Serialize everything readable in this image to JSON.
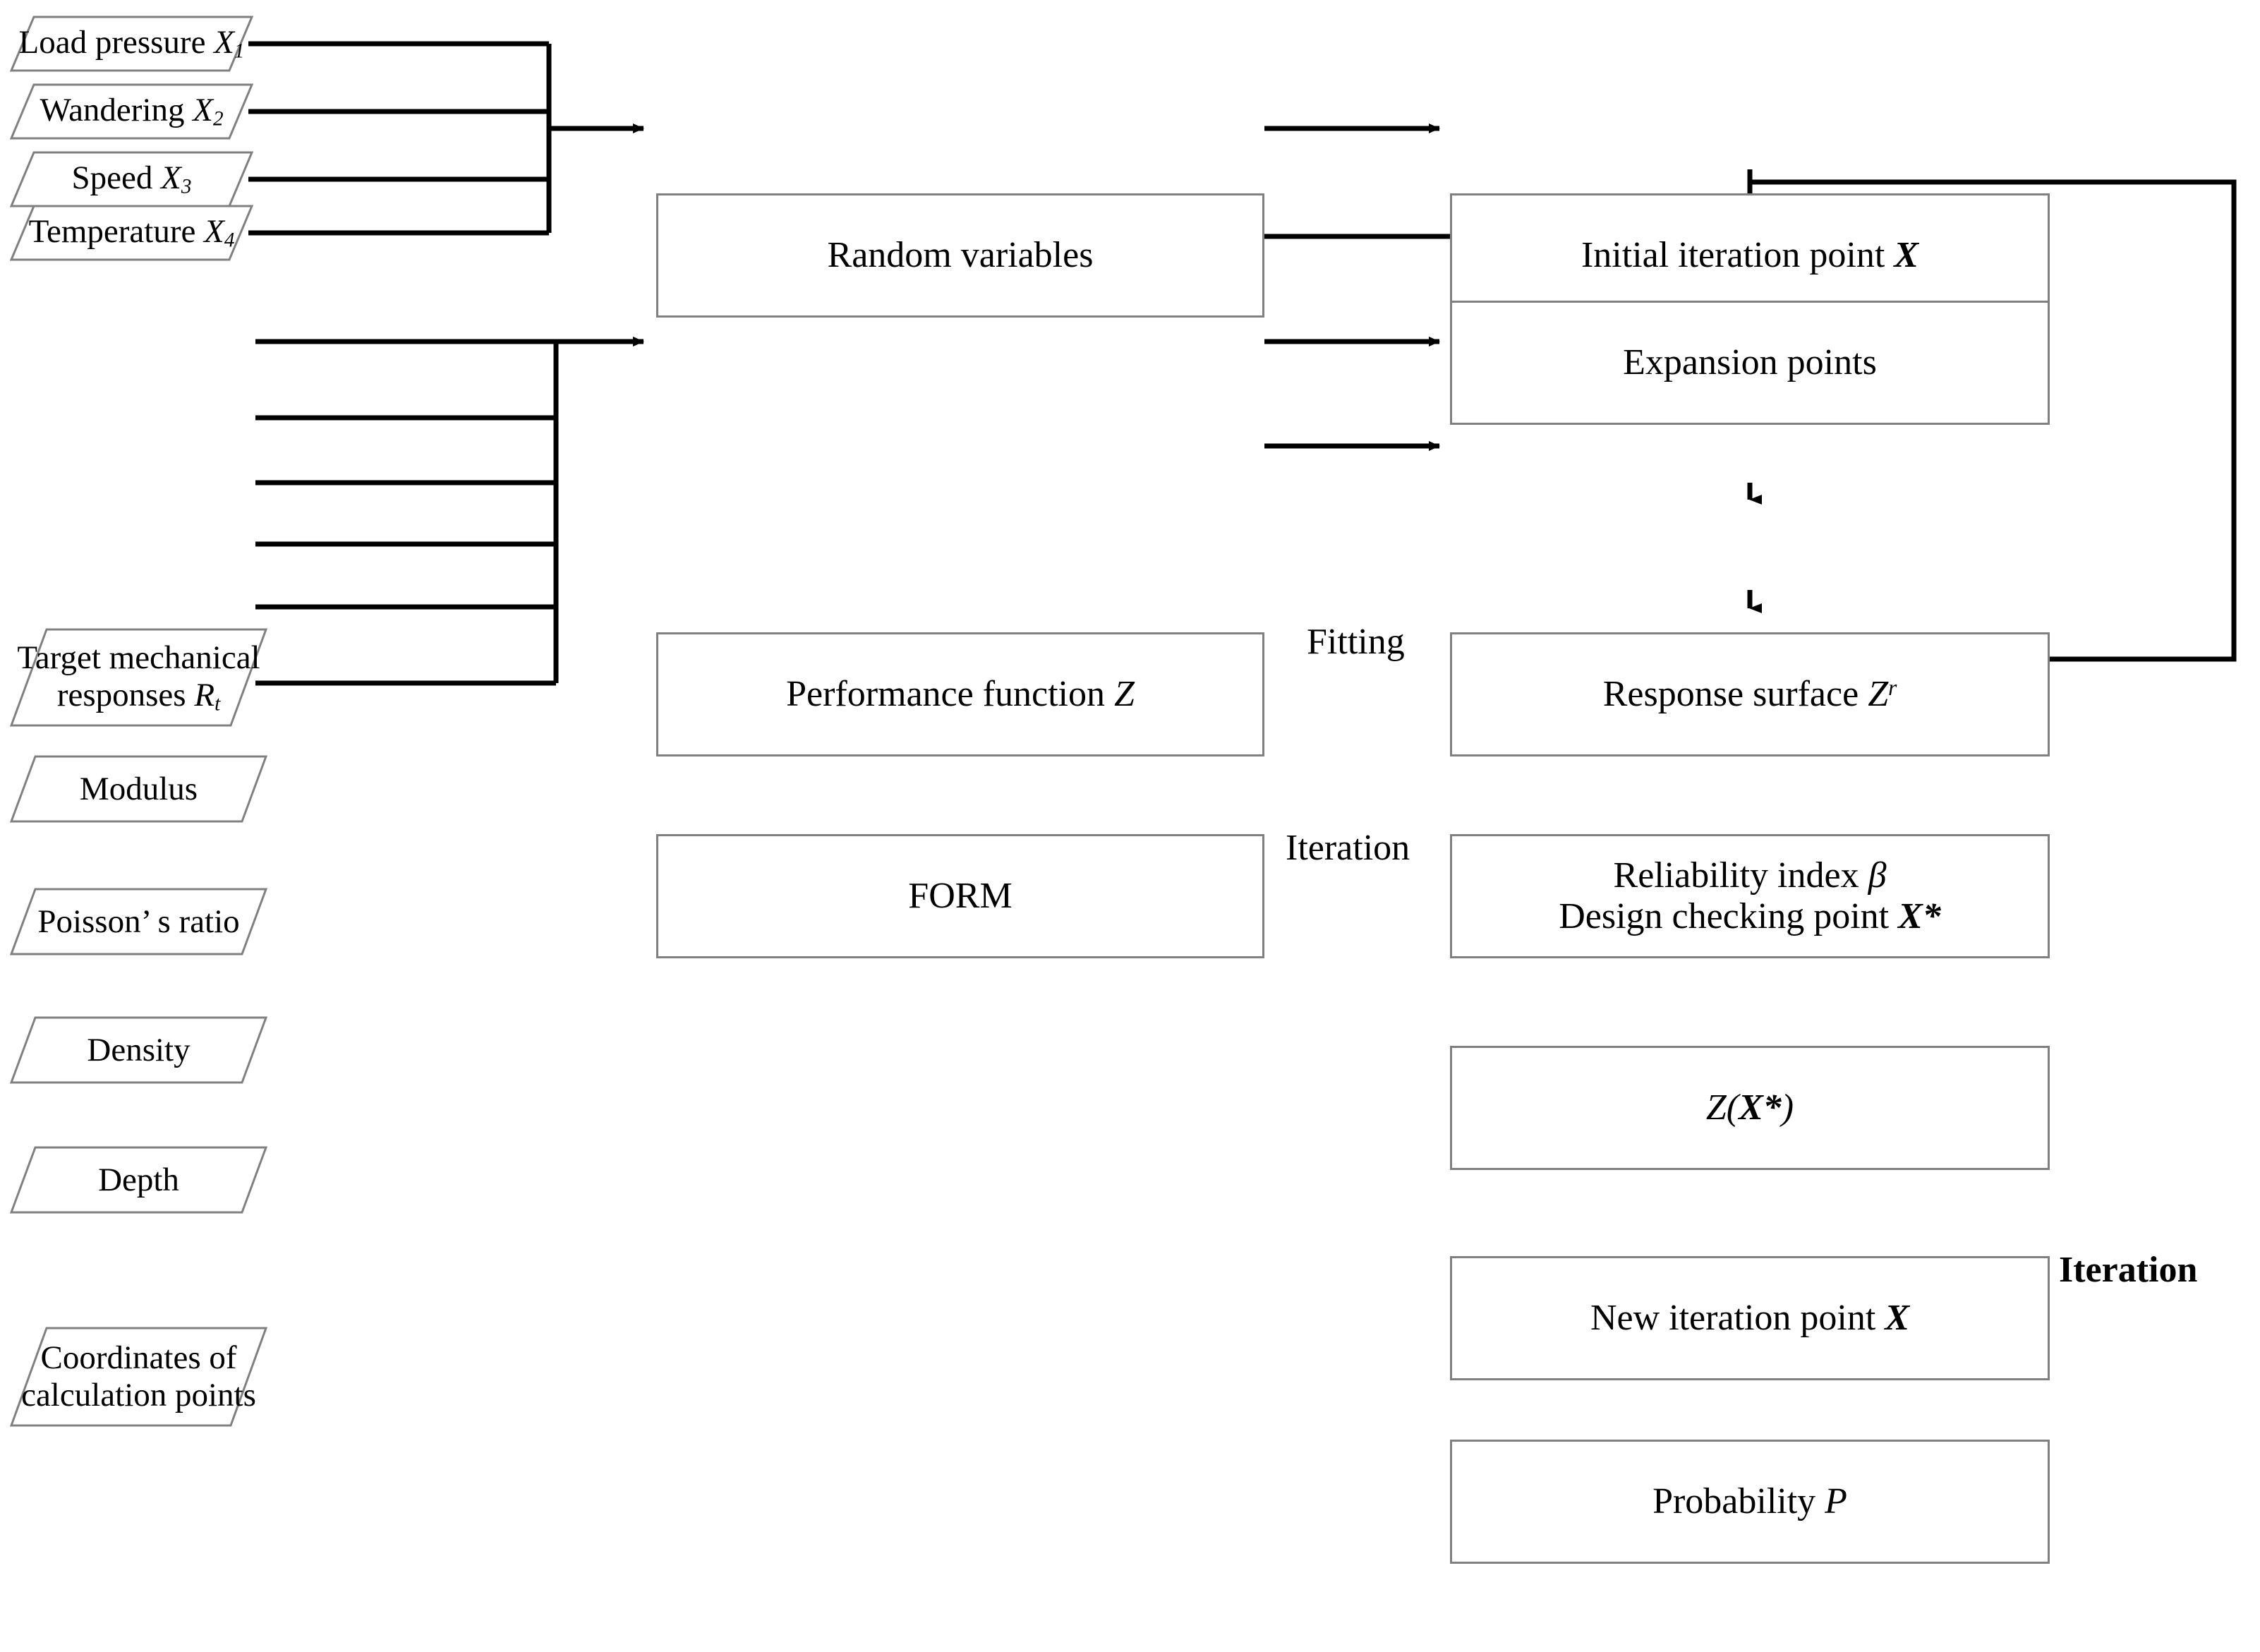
{
  "diagram": {
    "title": "Reliability analysis flowchart (response surface + FORM)",
    "colors": {
      "box_border": "#808080",
      "line": "#000000",
      "background": "#ffffff"
    }
  },
  "inputs_top": {
    "group_name": "random-variable-inputs",
    "items": [
      {
        "id": "load-pressure",
        "text": "Load pressure ",
        "symbol": "X",
        "sub": "1"
      },
      {
        "id": "wandering",
        "text": "Wandering ",
        "symbol": "X",
        "sub": "2"
      },
      {
        "id": "speed",
        "text": "Speed ",
        "symbol": "X",
        "sub": "3"
      },
      {
        "id": "temperature",
        "text": "Temperature ",
        "symbol": "X",
        "sub": "4"
      }
    ]
  },
  "inputs_bottom": {
    "group_name": "performance-function-inputs",
    "items": [
      {
        "id": "target-mechanical-responses",
        "line1": "Target mechanical",
        "line2": "responses ",
        "symbol": "R",
        "sub": "t"
      },
      {
        "id": "modulus",
        "line1": "Modulus",
        "line2": "",
        "symbol": "",
        "sub": ""
      },
      {
        "id": "poissons-ratio",
        "line1": "Poisson’ s ratio",
        "line2": "",
        "symbol": "",
        "sub": ""
      },
      {
        "id": "density",
        "line1": "Density",
        "line2": "",
        "symbol": "",
        "sub": ""
      },
      {
        "id": "depth",
        "line1": "Depth",
        "line2": "",
        "symbol": "",
        "sub": ""
      },
      {
        "id": "coordinates-of-calculation-points",
        "line1": "Coordinates of",
        "line2": "calculation points",
        "symbol": "",
        "sub": ""
      }
    ]
  },
  "process_boxes": {
    "random_variables": {
      "label": "Random variables"
    },
    "performance_function": {
      "label": "Performance function ",
      "symbol": "Z"
    },
    "form": {
      "label": "FORM"
    },
    "initial_iteration": {
      "label": "Initial iteration point ",
      "symbol": "X"
    },
    "expansion_points": {
      "label": "Expansion points"
    },
    "response_surface": {
      "label": "Response surface ",
      "symbol": "Z",
      "sup": "r"
    },
    "reliability": {
      "line1": "Reliability index ",
      "sym1": "β",
      "line2": "Design checking point ",
      "sym2": "X*"
    },
    "z_of_xstar": {
      "label": "Z(",
      "symbol": "X*",
      "label_end": ")"
    },
    "new_iteration": {
      "label": "New iteration point ",
      "symbol": "X"
    },
    "probability": {
      "label": "Probability ",
      "symbol": "P"
    }
  },
  "edge_labels": {
    "fitting": "Fitting",
    "iteration_form": "Iteration",
    "iteration_loop": "Iteration"
  }
}
